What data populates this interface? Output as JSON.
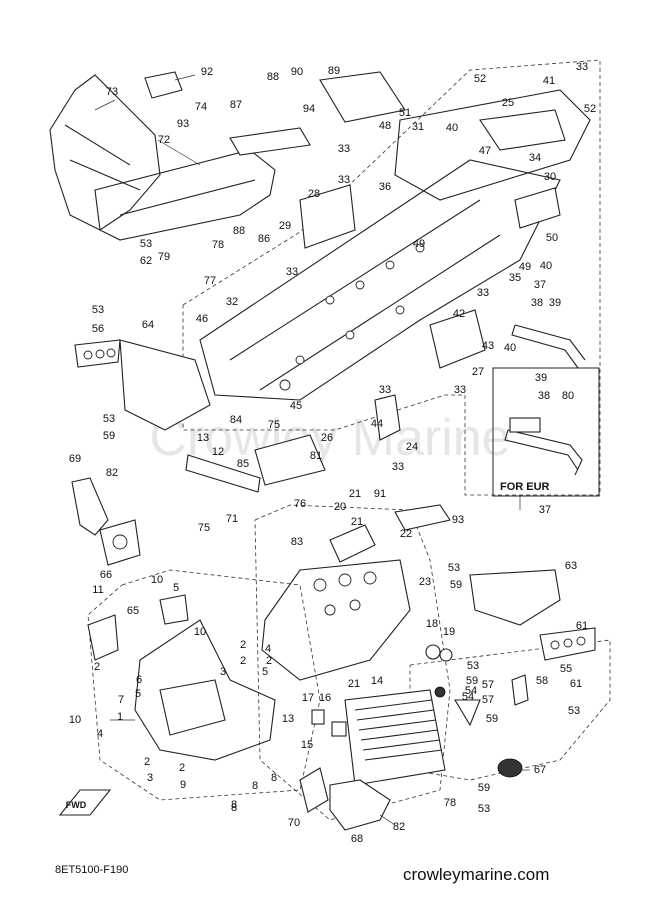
{
  "diagram": {
    "drawing_code": "8ET5100-F190",
    "watermark_center": "Crowley Marine",
    "website": "crowleymarine.com",
    "fwd_label": "FWD",
    "variant_box_label": "FOR EUR",
    "callouts": [
      "73",
      "92",
      "93",
      "88",
      "90",
      "89",
      "94",
      "87",
      "74",
      "72",
      "53",
      "62",
      "79",
      "78",
      "88",
      "86",
      "29",
      "33",
      "28",
      "77",
      "32",
      "46",
      "53",
      "56",
      "64",
      "84",
      "75",
      "85",
      "81",
      "13",
      "12",
      "53",
      "59",
      "69",
      "82",
      "33",
      "36",
      "33",
      "48",
      "31",
      "40",
      "47",
      "51",
      "52",
      "41",
      "33",
      "25",
      "52",
      "34",
      "30",
      "50",
      "49",
      "49",
      "40",
      "35",
      "33",
      "37",
      "38",
      "39",
      "42",
      "40",
      "43",
      "27",
      "33",
      "45",
      "33",
      "26",
      "44",
      "33",
      "24",
      "37",
      "39",
      "38",
      "80",
      "91",
      "93",
      "22",
      "20",
      "21",
      "21",
      "83",
      "76",
      "75",
      "71",
      "66",
      "10",
      "11",
      "5",
      "10",
      "65",
      "2",
      "2",
      "2",
      "4",
      "2",
      "3",
      "5",
      "6",
      "5",
      "7",
      "1",
      "10",
      "4",
      "2",
      "3",
      "2",
      "9",
      "8",
      "8",
      "13",
      "8",
      "53",
      "59",
      "23",
      "18",
      "19",
      "63",
      "61",
      "55",
      "61",
      "53",
      "59",
      "54",
      "57",
      "58",
      "59",
      "53",
      "14",
      "16",
      "17",
      "15",
      "21",
      "67",
      "59",
      "53",
      "78",
      "70",
      "68",
      "82",
      "54",
      "57",
      "8"
    ]
  }
}
